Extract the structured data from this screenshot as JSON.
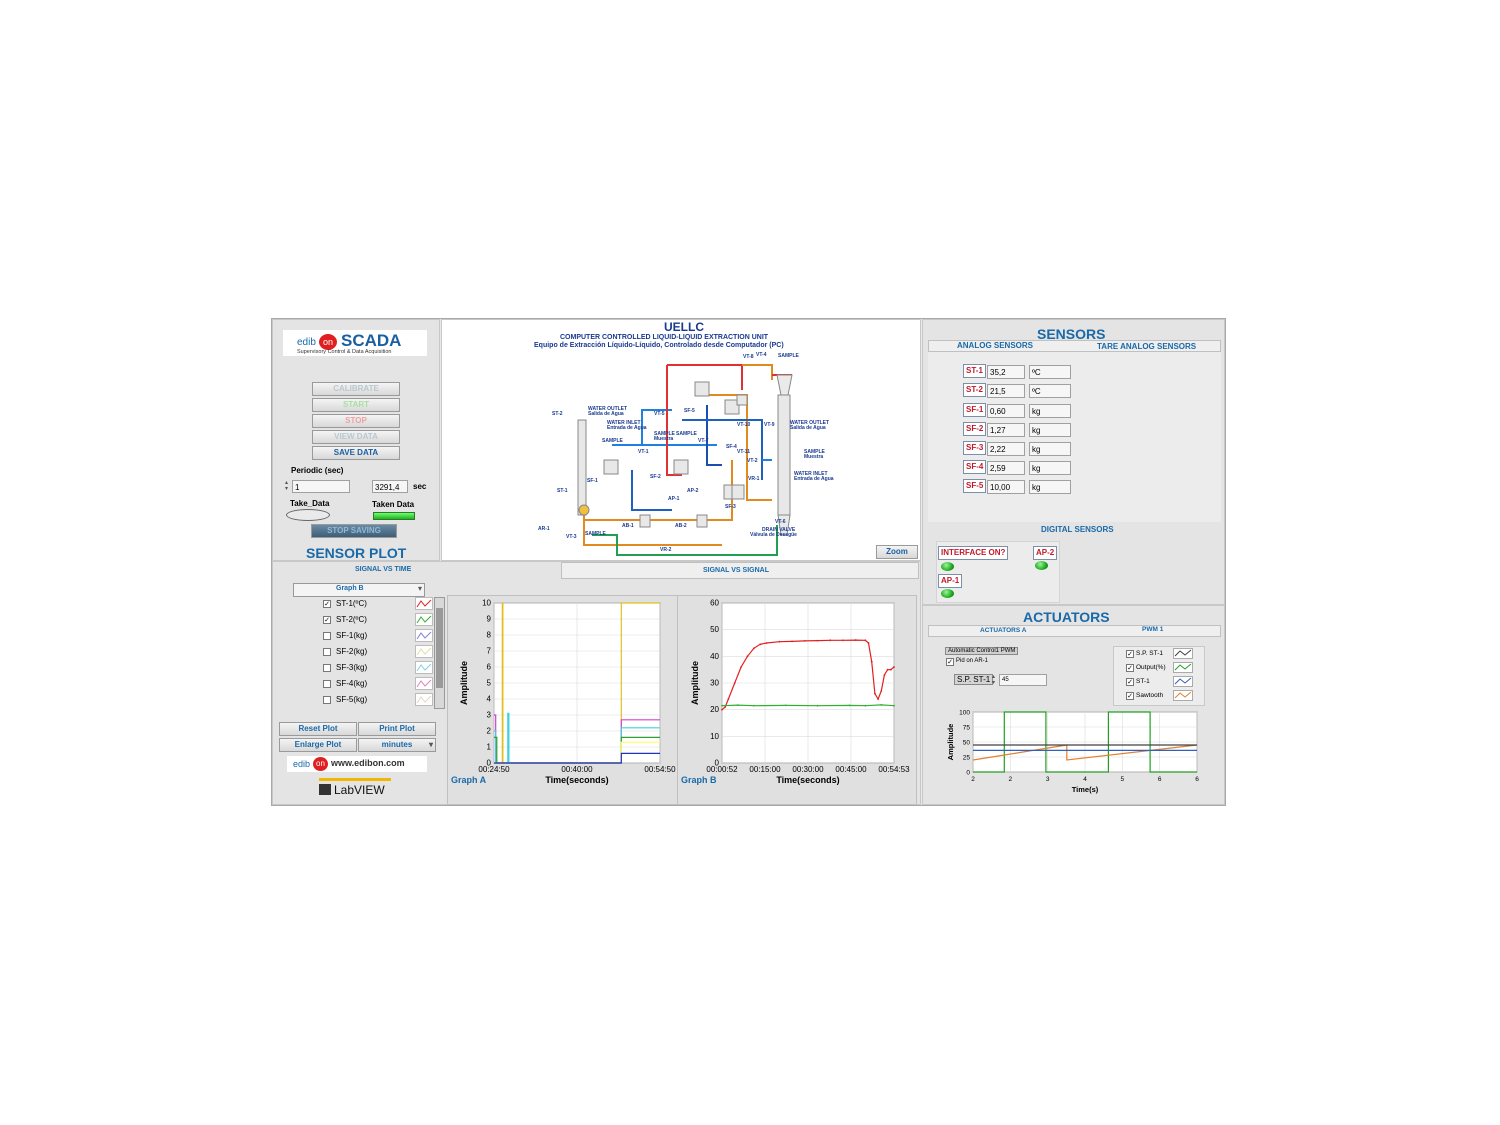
{
  "brand": {
    "logo_left": "edib",
    "logo_on": "on",
    "product": "SCADA",
    "subtitle": "Supervisory Control & Data Acquisition",
    "url": "www.edibon.com",
    "labview": "LabVIEW"
  },
  "controls": {
    "calibrate": "CALIBRATE",
    "start": "START",
    "stop": "STOP",
    "view_data": "VIEW DATA",
    "save_data": "SAVE DATA",
    "periodic_label": "Periodic (sec)",
    "periodic_value": "1",
    "elapsed_value": "3291,4",
    "elapsed_unit": "sec",
    "take_data": "Take_Data",
    "taken_data": "Taken Data",
    "stop_saving": "STOP SAVING"
  },
  "diagram": {
    "title": "UELLC",
    "subtitle1": "COMPUTER CONTROLLED LIQUID-LIQUID EXTRACTION UNIT",
    "subtitle2": "Equipo de Extracción Líquido-Líquido, Controlado desde Computador (PC)",
    "zoom": "Zoom",
    "labels": {
      "st2": "ST-2",
      "st1": "ST-1",
      "ar1": "AR-1",
      "vt3": "VT-3",
      "water_outlet": "WATER OUTLET",
      "salida_agua": "Salida de Agua",
      "water_inlet": "WATER INLET",
      "entrada_agua": "Entrada de Agua",
      "sample": "SAMPLE",
      "muestra": "Muestra",
      "vt5": "VT-5",
      "sf5": "SF-5",
      "vt8": "VT-8",
      "vt4": "VT-4",
      "vt1": "VT-1",
      "vt7": "VT-7",
      "vt10": "VT-10",
      "vt9": "VT-9",
      "vt11": "VT-11",
      "vt2": "VT-2",
      "vr1": "VR-1",
      "vt6": "VT-6",
      "sf1": "SF-1",
      "sf2": "SF-2",
      "sf3": "SF-3",
      "sf4": "SF-4",
      "ap1": "AP-1",
      "ap2": "AP-2",
      "ab1": "AB-1",
      "ab2": "AB-2",
      "vr2": "VR-2",
      "drain_valve": "DRAIN VALVE",
      "valvula_desague": "Válvula de Desagüe"
    }
  },
  "sensors": {
    "title": "SENSORS",
    "tab_analog": "ANALOG SENSORS",
    "tab_tare": "TARE ANALOG SENSORS",
    "rows": [
      {
        "tag": "ST-1",
        "value": "35,2",
        "unit": "ºC"
      },
      {
        "tag": "ST-2",
        "value": "21,5",
        "unit": "ºC"
      },
      {
        "tag": "SF-1",
        "value": "0,60",
        "unit": "kg"
      },
      {
        "tag": "SF-2",
        "value": "1,27",
        "unit": "kg"
      },
      {
        "tag": "SF-3",
        "value": "2,22",
        "unit": "kg"
      },
      {
        "tag": "SF-4",
        "value": "2,59",
        "unit": "kg"
      },
      {
        "tag": "SF-5",
        "value": "10,00",
        "unit": "kg"
      }
    ],
    "digital_title": "DIGITAL SENSORS",
    "interface_on": "INTERFACE ON?",
    "ap2": "AP-2",
    "ap1": "AP-1"
  },
  "actuators": {
    "title": "ACTUATORS",
    "tab_a": "ACTUATORS A",
    "tab_pwm": "PWM 1",
    "auto_control": "Automatic Control1 PWM",
    "pid": "Pid on AR-1",
    "sp_label": "S.P. ST-1",
    "sp_value": "45",
    "legend": [
      "S.P. ST-1",
      "Output(%)",
      "ST-1",
      "Sawtooth"
    ]
  },
  "sensor_plot": {
    "title": "SENSOR PLOT",
    "tab1": "SIGNAL VS TIME",
    "tab2": "SIGNAL VS SIGNAL",
    "selector": "Graph B",
    "channels": [
      "ST-1(ºC)",
      "ST-2(ºC)",
      "SF-1(kg)",
      "SF-2(kg)",
      "SF-3(kg)",
      "SF-4(kg)",
      "SF-5(kg)"
    ],
    "checked": [
      true,
      true,
      false,
      false,
      false,
      false,
      false
    ],
    "reset": "Reset Plot",
    "print": "Print Plot",
    "enlarge": "Enlarge Plot",
    "units": "minutes"
  },
  "chart_data": [
    {
      "type": "line",
      "name": "Graph A",
      "xlabel": "Time(seconds)",
      "ylabel": "Amplitude",
      "ylim": [
        0,
        10
      ],
      "yticks": [
        0,
        1,
        2,
        3,
        4,
        5,
        6,
        7,
        8,
        9,
        10
      ],
      "xticks": [
        "00:24:50",
        "00:40:00",
        "00:54:50"
      ],
      "xlim": [
        0,
        30
      ],
      "series": [
        {
          "color": "#e0c020",
          "x": [
            0,
            1.5,
            1.5,
            1.6,
            1.6,
            8,
            8,
            15,
            15,
            23,
            23,
            30
          ],
          "y": [
            0,
            0,
            10,
            10,
            0,
            0,
            0,
            0,
            0,
            0,
            10,
            10
          ]
        },
        {
          "color": "#d040d0",
          "x": [
            0,
            0.3,
            0.3,
            2,
            2,
            23,
            23,
            30
          ],
          "y": [
            3,
            3,
            0,
            0,
            0,
            0,
            2.7,
            2.7
          ]
        },
        {
          "color": "#40d0e0",
          "x": [
            0,
            0.3,
            0.3,
            2.5,
            2.5,
            2.7,
            2.7,
            23,
            23,
            30
          ],
          "y": [
            2,
            2,
            0,
            0,
            3.1,
            3.1,
            0,
            0,
            2.2,
            2.2
          ]
        },
        {
          "color": "#30a030",
          "x": [
            0,
            0.5,
            0.5,
            23,
            23,
            30
          ],
          "y": [
            1.6,
            1.6,
            0,
            0,
            1.6,
            1.6
          ]
        },
        {
          "color": "#ffff60",
          "x": [
            0,
            23,
            23,
            30
          ],
          "y": [
            0,
            0,
            1.3,
            1.3
          ]
        },
        {
          "color": "#2030c0",
          "x": [
            0,
            23,
            23,
            30
          ],
          "y": [
            0,
            0,
            0.6,
            0.6
          ]
        }
      ]
    },
    {
      "type": "line",
      "name": "Graph B",
      "xlabel": "Time(seconds)",
      "ylabel": "Amplitude",
      "ylim": [
        0,
        60
      ],
      "yticks": [
        0,
        10,
        20,
        30,
        40,
        50,
        60
      ],
      "xticks": [
        "00:00:52",
        "00:15:00",
        "00:30:00",
        "00:45:00",
        "00:54:53"
      ],
      "xlim": [
        0,
        54
      ],
      "series": [
        {
          "color": "#e02020",
          "name": "ST-1",
          "x": [
            0,
            1,
            2,
            4,
            6,
            8,
            10,
            12,
            14,
            18,
            22,
            26,
            30,
            34,
            38,
            42,
            45,
            46,
            47,
            48,
            49,
            50,
            51,
            52,
            53,
            54
          ],
          "y": [
            20,
            21,
            24,
            30,
            36,
            40,
            43,
            44.5,
            45,
            45.5,
            45.6,
            45.8,
            45.9,
            46,
            46,
            46.1,
            46,
            45,
            38,
            26,
            24,
            27,
            33,
            35,
            35,
            36
          ]
        },
        {
          "color": "#30b030",
          "name": "ST-2",
          "x": [
            0,
            5,
            10,
            20,
            30,
            40,
            45,
            50,
            54
          ],
          "y": [
            21.5,
            21.7,
            21.5,
            21.6,
            21.5,
            21.6,
            21.5,
            21.8,
            21.5
          ]
        }
      ]
    },
    {
      "type": "line",
      "name": "PWM",
      "xlabel": "Time(s)",
      "ylabel": "Amplitude",
      "ylim": [
        0,
        100
      ],
      "yticks": [
        0,
        25,
        50,
        75,
        100
      ],
      "xticks": [
        "2",
        "2",
        "3",
        "4",
        "5",
        "6",
        "6"
      ],
      "xlim": [
        2,
        6.3
      ],
      "series": [
        {
          "color": "#20a020",
          "name": "Output(%)",
          "x": [
            2,
            2.6,
            2.6,
            3.4,
            3.4,
            4.6,
            4.6,
            5.4,
            5.4,
            6.3
          ],
          "y": [
            0,
            0,
            100,
            100,
            0,
            0,
            100,
            100,
            0,
            0
          ]
        },
        {
          "color": "#e08030",
          "name": "Sawtooth",
          "x": [
            2,
            3.8,
            3.8,
            6.3
          ],
          "y": [
            20,
            45,
            20,
            45
          ]
        },
        {
          "color": "#404040",
          "name": "S.P. ST-1",
          "x": [
            2,
            6.3
          ],
          "y": [
            45,
            45
          ]
        },
        {
          "color": "#3060c0",
          "name": "ST-1",
          "x": [
            2,
            6.3
          ],
          "y": [
            36,
            36
          ]
        }
      ]
    }
  ]
}
